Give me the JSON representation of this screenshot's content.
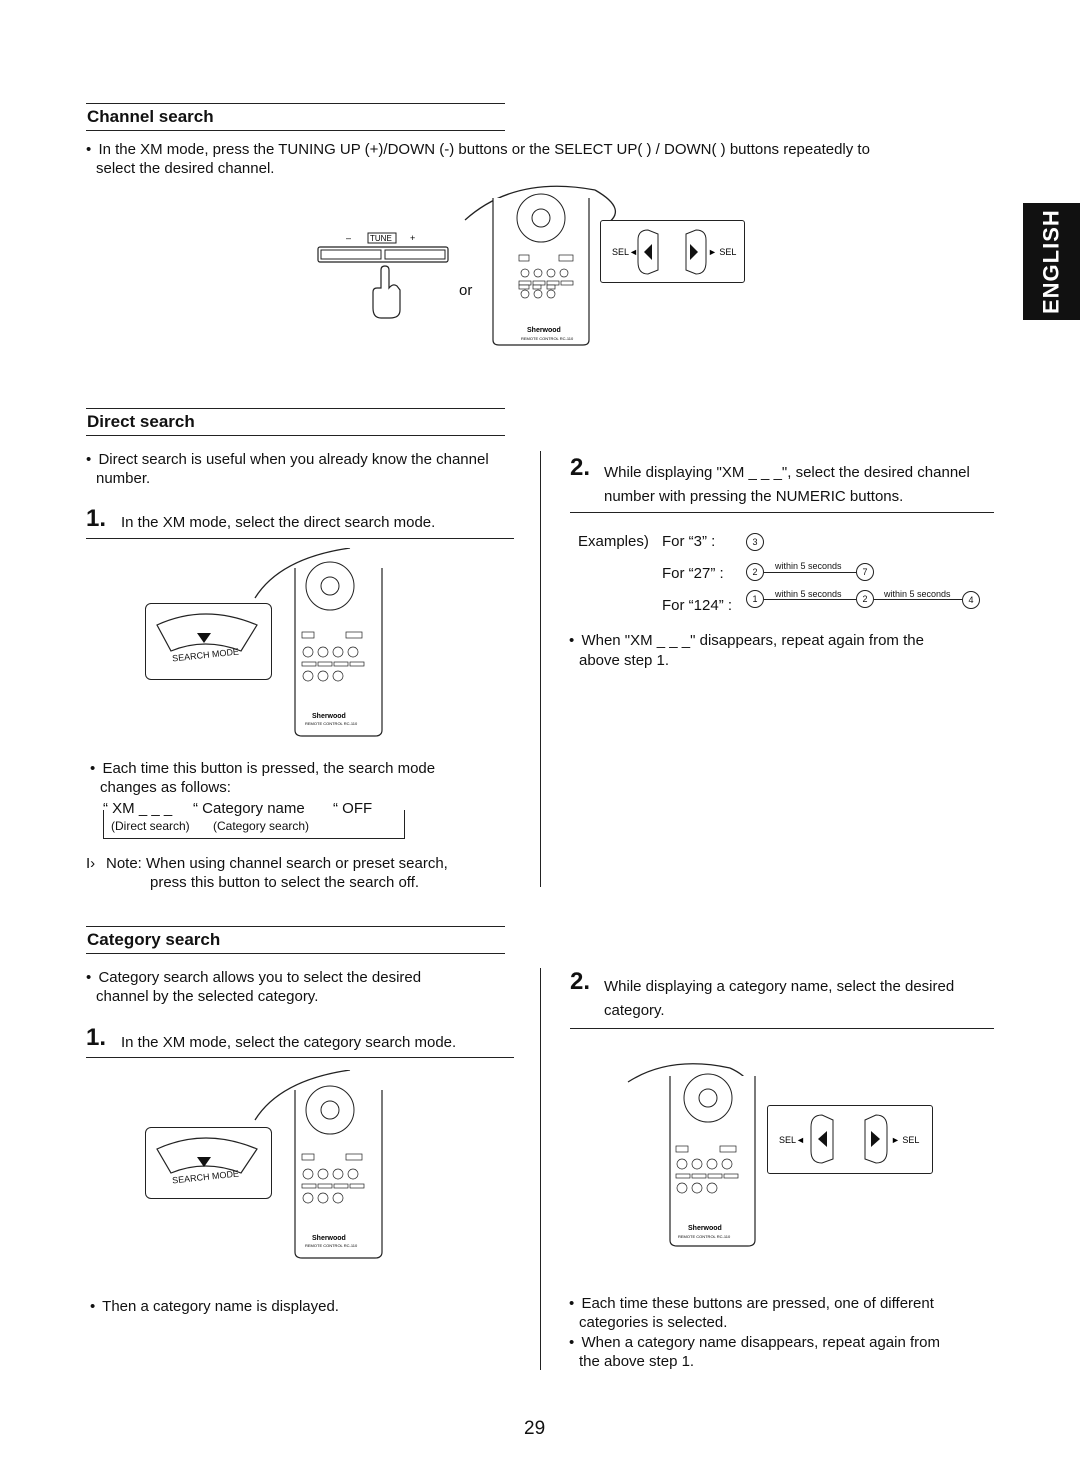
{
  "side_tab": "ENGLISH",
  "page_number": "29",
  "channel_search": {
    "heading": "Channel search",
    "bullet": "In the XM mode, press the TUNING UP (+)/DOWN (-) buttons or the SELECT UP(    ) / DOWN(    ) buttons repeatedly to",
    "bullet_cont": "select the desired channel.",
    "tune_label": "TUNE",
    "minus": "–",
    "plus": "+",
    "or": "or",
    "sel_left": "SEL◄",
    "sel_right": "► SEL"
  },
  "direct_search": {
    "heading": "Direct search",
    "bullet": "Direct search is useful when you already know the channel",
    "bullet_cont": "number.",
    "step1_num": "1.",
    "step1": "In the XM mode, select the direct search mode.",
    "search_mode": "SEARCH MODE",
    "each_time": "Each time this button is pressed, the search mode",
    "each_time_cont": "changes as follows:",
    "seq_1": "“  XM _ _ _",
    "seq_2": "“  Category name",
    "seq_3": "“  OFF",
    "seq_sub1": "(Direct search)",
    "seq_sub2": "(Category search)",
    "note": "Note: When using channel search or preset search,",
    "note_cont": "press this button to select the search off.",
    "note_marker": "I›",
    "step2_num": "2.",
    "step2": "While displaying \"XM _ _ _\", select the desired channel",
    "step2_cont": "number with pressing the NUMERIC buttons.",
    "examples_label": "Examples)",
    "ex1_label": "For “3” :",
    "ex2_label": "For “27” :",
    "ex3_label": "For “124” :",
    "within": "within 5 seconds",
    "n3": "3",
    "n2": "2",
    "n7": "7",
    "n1": "1",
    "n2b": "2",
    "n4": "4",
    "when_bullet": "When \"XM _ _ _\" disappears, repeat again from the",
    "when_bullet_cont": "above step 1."
  },
  "category_search": {
    "heading": "Category search",
    "bullet": "Category search allows you to select the desired",
    "bullet_cont": "channel by the selected category.",
    "step1_num": "1.",
    "step1": "In the XM mode, select the category search mode.",
    "search_mode": "SEARCH MODE",
    "then": "Then a category name is displayed.",
    "step2_num": "2.",
    "step2": "While displaying a category name, select the desired",
    "step2_cont": "category.",
    "each_bullet": "Each time these buttons are pressed, one of different",
    "each_bullet_cont": "categories is selected.",
    "when_bullet": "When a category name disappears, repeat again from",
    "when_bullet_cont": "the above step 1."
  },
  "remote": {
    "brand": "Sherwood",
    "model": "REMOTE CONTROL RC-110"
  }
}
